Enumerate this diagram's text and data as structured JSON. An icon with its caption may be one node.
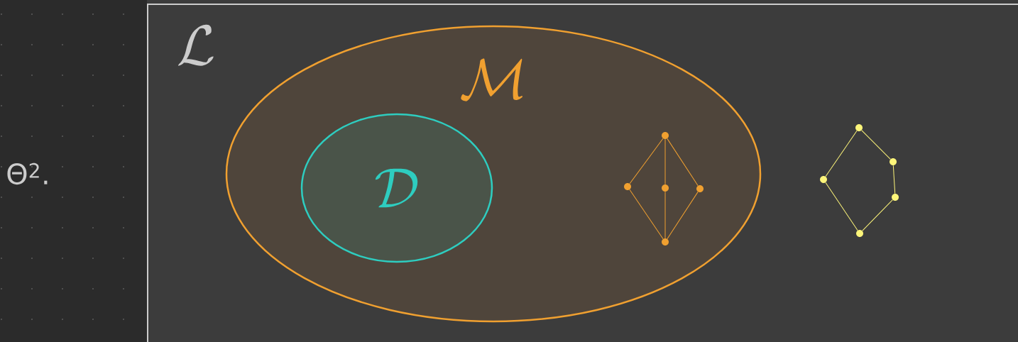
{
  "diagram": {
    "nodes": [
      {
        "text": [
          "\\mathcal{L}"
        ]
      },
      {
        "text": [
          "\\mathcal{M}"
        ],
        "in": 0
      },
      {
        "text": [
          "\\mathcal{D}"
        ],
        "in": 1
      },
      {
        "text": [],
        "shape": "circle",
        "in": 1
      },
      {
        "text": [],
        "shape": "circle",
        "in": 1
      },
      {
        "text": [],
        "shape": "circle",
        "in": 1
      },
      {
        "text": [],
        "shape": "circle",
        "in": 1
      },
      {
        "text": [],
        "shape": "circle",
        "in": 1
      },
      {
        "text": [],
        "shape": "circle",
        "in": 0
      },
      {
        "text": [],
        "shape": "circle",
        "in": 0
      },
      {
        "text": [],
        "shape": "circle",
        "in": 0
      },
      {
        "text": [],
        "shape": "circle",
        "in": 0
      },
      {
        "text": [],
        "shape": "circle",
        "in": 0
      }
    ],
    "edges": [
      {
        "from": 3,
        "to": 4,
        "arrow": "none",
        "color": "#f0a030"
      },
      {
        "from": 3,
        "to": 5,
        "arrow": "none",
        "color": "#f0a030"
      },
      {
        "from": 3,
        "to": 6,
        "arrow": "none",
        "color": "#f0a030"
      },
      {
        "from": 4,
        "to": 7,
        "arrow": "none",
        "color": "#f0a030"
      },
      {
        "from": 5,
        "to": 7,
        "arrow": "none",
        "color": "#f0a030"
      },
      {
        "from": 6,
        "to": 7,
        "arrow": "none",
        "color": "#f0a030"
      },
      {
        "from": 8,
        "to": 9,
        "arrow": "none",
        "color": "#fdf57a"
      },
      {
        "from": 8,
        "to": 10,
        "arrow": "none",
        "color": "#fdf57a"
      },
      {
        "from": 10,
        "to": 11,
        "arrow": "none",
        "color": "#fdf57a"
      },
      {
        "from": 11,
        "to": 12,
        "arrow": "none",
        "color": "#fdf57a"
      },
      {
        "from": 9,
        "to": 12,
        "arrow": "none",
        "color": "#fdf57a"
      }
    ],
    "labels": [
      "Θ$^{2}$."
    ]
  }
}
